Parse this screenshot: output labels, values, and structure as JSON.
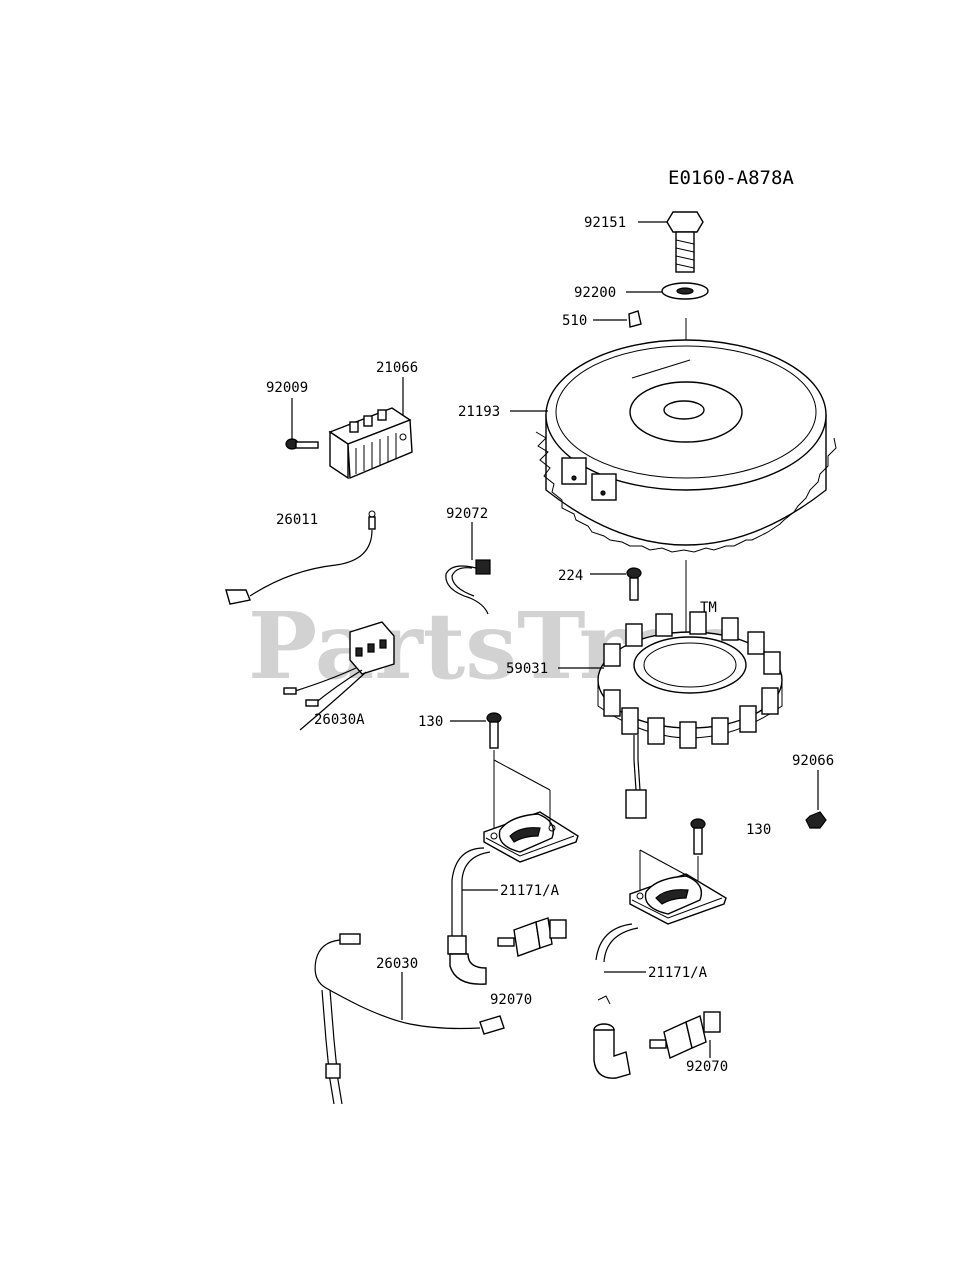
{
  "diagram_code": "E0160-A878A",
  "watermark": "PartsTree",
  "watermark_tm": "TM",
  "labels": {
    "p92151": "92151",
    "p92200": "92200",
    "p510": "510",
    "p21066": "21066",
    "p92009": "92009",
    "p21193": "21193",
    "p26011": "26011",
    "p92072": "92072",
    "p224": "224",
    "p59031": "59031",
    "p26030A": "26030A",
    "p130a": "130",
    "p92066": "92066",
    "p130b": "130",
    "p21171a": "21171/A",
    "p26030": "26030",
    "p92070a": "92070",
    "p21171b": "21171/A",
    "p92070b": "92070"
  }
}
